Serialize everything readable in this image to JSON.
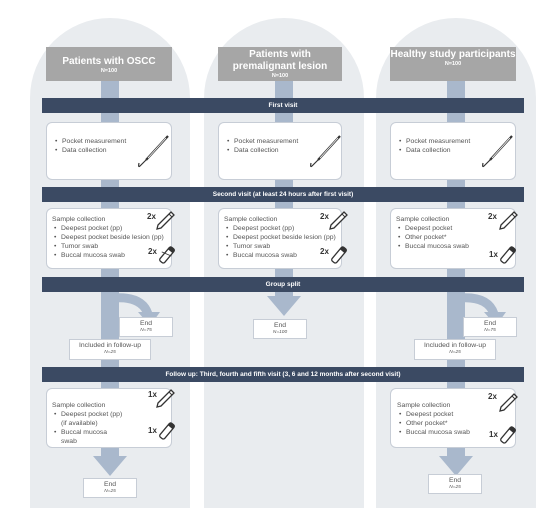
{
  "columns": [
    {
      "title": "Patients with OSCC",
      "n": "N=100"
    },
    {
      "title": "Patients with premalignant lesion",
      "n": "N=100"
    },
    {
      "title": "Healthy study participants",
      "n": "N=100"
    }
  ],
  "bands": {
    "first_visit": "First visit",
    "second_visit": "Second visit (at least 24 hours after first visit)",
    "group_split": "Group split",
    "follow_up": "Follow up: Third, fourth and fifth visit (3, 6 and 12 months after second visit)"
  },
  "first_visit_items": [
    "Pocket measurement",
    "Data collection"
  ],
  "second_visit": {
    "title": "Sample collection",
    "col1": [
      "Deepest pocket (pp)",
      "Deepest pocket beside lesion (pp)",
      "Tumor swab",
      "Buccal mucosa swab"
    ],
    "col2": [
      "Deepest pocket (pp)",
      "Deepest pocket beside lesion (pp)",
      "Tumor swab",
      "Buccal mucosa swab"
    ],
    "col3": [
      "Deepest pocket",
      "Other pocket*",
      "Buccal mucosa swab"
    ],
    "mult_2x": "2x",
    "mult_1x": "1x"
  },
  "split": {
    "end1": {
      "label": "End",
      "n": "N=75"
    },
    "end2": {
      "label": "End",
      "n": "N=100"
    },
    "end3": {
      "label": "End",
      "n": "N=75"
    },
    "follow1": {
      "label": "Included in follow-up",
      "n": "N=25"
    },
    "follow3": {
      "label": "Included in follow-up",
      "n": "N=25"
    }
  },
  "follow_up": {
    "title": "Sample collection",
    "col1": [
      "Deepest pocket (pp) (if available)",
      "Buccal mucosa swab"
    ],
    "col3": [
      "Deepest pocket",
      "Other pocket*",
      "Buccal mucosa swab"
    ],
    "end1": {
      "label": "End",
      "n": "N=25"
    },
    "end3": {
      "label": "End",
      "n": "N=25"
    }
  },
  "icons": [
    "periodontal-probe-icon",
    "pencil-icon",
    "swab-tube-icon"
  ]
}
